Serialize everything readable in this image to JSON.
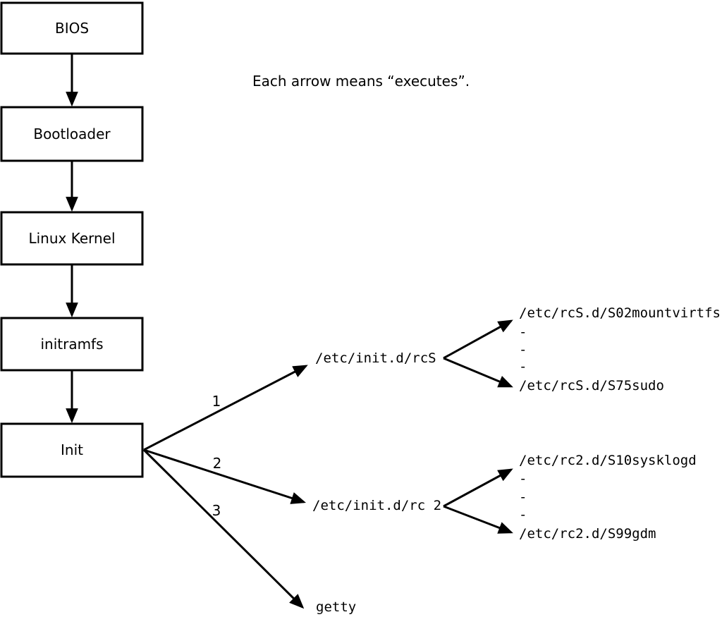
{
  "caption": "Each arrow means “executes”.",
  "colors": {
    "line": "#000000",
    "box_fill": "#ffffff",
    "box_border": "#000000",
    "background": "#ffffff",
    "text": "#000000"
  },
  "boot_chain": [
    {
      "label": "BIOS"
    },
    {
      "label": "Bootloader"
    },
    {
      "label": "Linux Kernel"
    },
    {
      "label": "initramfs"
    },
    {
      "label": "Init"
    }
  ],
  "init_branches": [
    {
      "number": "1",
      "target": "/etc/init.d/rcS",
      "scripts": {
        "first": "/etc/rcS.d/S02mountvirtfs",
        "ellipsis": [
          "-",
          "-",
          "-"
        ],
        "last": "/etc/rcS.d/S75sudo"
      }
    },
    {
      "number": "2",
      "target": "/etc/init.d/rc 2",
      "scripts": {
        "first": "/etc/rc2.d/S10sysklogd",
        "ellipsis": [
          "-",
          "-",
          "-"
        ],
        "last": "/etc/rc2.d/S99gdm"
      }
    },
    {
      "number": "3",
      "target": "getty"
    }
  ]
}
